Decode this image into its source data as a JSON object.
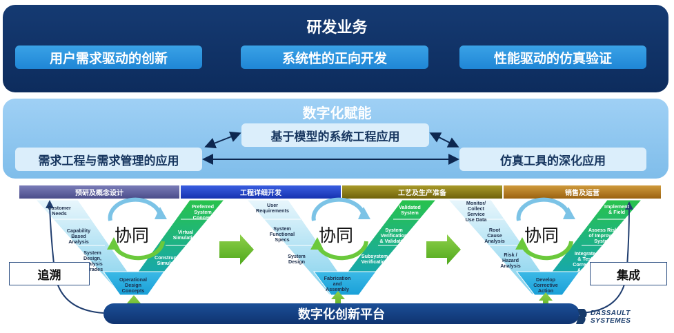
{
  "top": {
    "title": "研发业务",
    "pills": [
      "用户需求驱动的创新",
      "系统性的正向开发",
      "性能驱动的仿真验证"
    ]
  },
  "mid": {
    "title": "数字化赋能",
    "center": "基于模型的系统工程应用",
    "left": "需求工程与需求管理的应用",
    "right": "仿真工具的深化应用"
  },
  "phases": [
    "预研及概念设计",
    "工程详细开发",
    "工艺及生产准备",
    "销售及运营"
  ],
  "phase_colors": [
    "#5a5c9c",
    "#1f3fc8",
    "#8a7a12",
    "#b57a1c"
  ],
  "v_left": {
    "left_labels": [
      "Customer\nNeeds",
      "Capability\nBased\nAnalysis",
      "System\nDesign,\nAnalysis\n& Trades"
    ],
    "bottom_label": "Operational\nDesign\nConcepts",
    "right_labels": [
      "Preferred\nSystem\nConcept",
      "Virtual\nSimulation",
      "Constructive\nSimulation"
    ]
  },
  "v_mid": {
    "left_labels": [
      "User\nRequirements",
      "System\nFunctional\nSpecs",
      "System\nDesign"
    ],
    "bottom_label": "Fabrication\nand\nAssembly",
    "right_labels": [
      "Validated\nSystem",
      "System\nVerification\n& Validation",
      "Subsystem\nVerification"
    ]
  },
  "v_right": {
    "left_labels": [
      "Monitor/\nCollect\nService\nUse Data",
      "Root\nCause\nAnalysis",
      "Risk /\nHazard\nAnalysis"
    ],
    "bottom_label": "Develop\nCorrective\nAction",
    "right_labels": [
      "Implement\n& Field",
      "Assess Risk\nof Improved\nSystem",
      "Integrate\n& Test\nCorrective\nAction"
    ]
  },
  "collab": "协同",
  "trace": "追溯",
  "integrate": "集成",
  "platform": "数字化创新平台",
  "logo": {
    "line1": "DASSAULT",
    "line2": "SYSTEMES"
  }
}
